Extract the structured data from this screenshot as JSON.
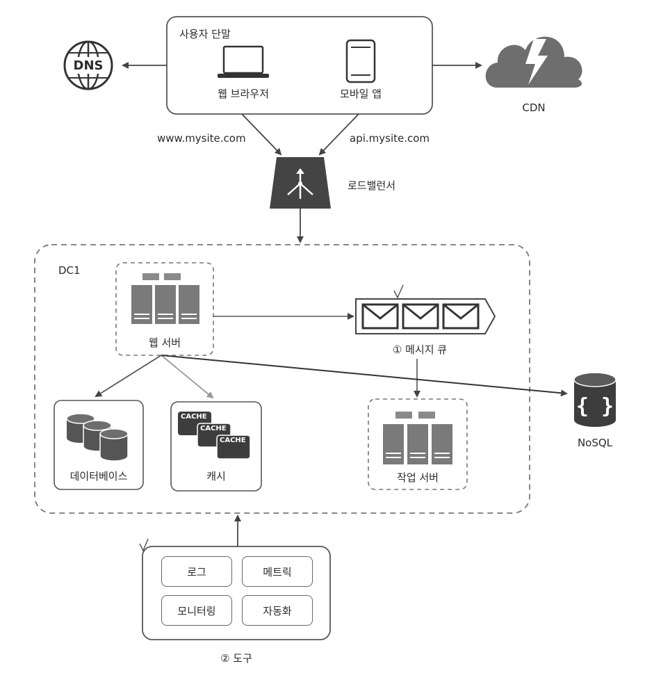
{
  "client_group": {
    "title": "사용자 단말",
    "web_browser_label": "웹 브라우저",
    "mobile_app_label": "모바일 앱"
  },
  "dns": {
    "label": "DNS"
  },
  "cdn": {
    "label": "CDN"
  },
  "domains": {
    "web": "www.mysite.com",
    "api": "api.mysite.com"
  },
  "load_balancer": {
    "label": "로드밸런서"
  },
  "dc": {
    "label": "DC1",
    "web_server_label": "웹 서버",
    "message_queue_label": "① 메시지 큐",
    "database_label": "데이터베이스",
    "cache_label": "캐시",
    "cache_tags": [
      "CACHE",
      "CACHE",
      "CACHE"
    ],
    "worker_label": "작업 서버"
  },
  "nosql": {
    "label": "NoSQL"
  },
  "tools": {
    "items": [
      "로그",
      "메트릭",
      "모니터링",
      "자동화"
    ],
    "caption": "② 도구"
  },
  "icons": [
    "globe-icon",
    "laptop-icon",
    "mobile-icon",
    "cloud-icon",
    "load-balancer-icon",
    "server-rack-icon",
    "envelope-icon",
    "database-icon",
    "cache-icon",
    "nosql-icon"
  ],
  "colors": {
    "stroke": "#555555",
    "icon_gray": "#6e6e6e",
    "dark": "#3d3d3d",
    "arrow": "#4a4a4a"
  }
}
